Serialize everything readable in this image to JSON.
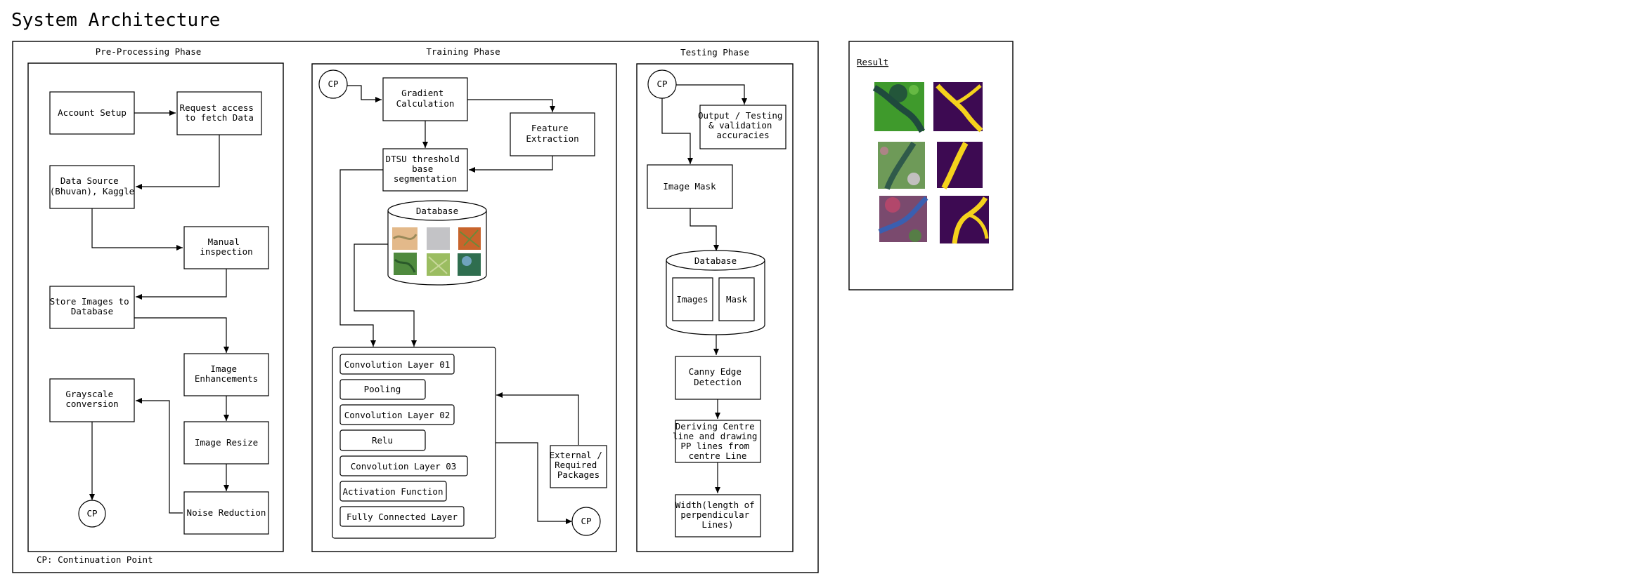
{
  "page_title": "System Architecture",
  "phases": {
    "preprocessing": "Pre-Processing Phase",
    "training": "Training Phase",
    "testing": "Testing Phase"
  },
  "preprocessing": {
    "account_setup": "Account Setup",
    "request_access": [
      "Request access",
      "to fetch Data"
    ],
    "data_source": [
      "Data Source",
      "(Bhuvan), Kaggle"
    ],
    "manual_inspection": [
      "Manual",
      "inspection"
    ],
    "store_images": [
      "Store Images to",
      "Database"
    ],
    "image_enhancements": [
      "Image",
      "Enhancements"
    ],
    "grayscale": [
      "Grayscale",
      "conversion"
    ],
    "image_resize": "Image Resize",
    "noise_reduction": "Noise Reduction",
    "cp": "CP"
  },
  "training": {
    "cp_in": "CP",
    "gradient": [
      "Gradient",
      "Calculation"
    ],
    "feature": [
      "Feature",
      "Extraction"
    ],
    "dtsu": [
      "DTSU threshold",
      "base",
      "segmentation"
    ],
    "database": "Database",
    "layers": [
      "Convolution Layer 01",
      "Pooling",
      "Convolution Layer 02",
      "Relu",
      "Convolution Layer 03",
      "Activation Function",
      "Fully Connected Layer"
    ],
    "external": [
      "External /",
      "Required",
      "Packages"
    ],
    "cp_out": "CP"
  },
  "testing": {
    "cp": "CP",
    "output": [
      "Output / Testing",
      "& validation",
      "accuracies"
    ],
    "image_mask": "Image Mask",
    "database": "Database",
    "images": "Images",
    "mask": "Mask",
    "canny": [
      "Canny Edge",
      "Detection"
    ],
    "deriving": [
      "Deriving Centre",
      "line and drawing",
      "PP lines from",
      "centre Line"
    ],
    "width": [
      "Width(length of",
      "perpendicular",
      "Lines)"
    ]
  },
  "result": {
    "title": "Result"
  },
  "footnote": "CP: Continuation Point",
  "colors": {
    "line": "#000000",
    "mask_background": "#3d0a52",
    "mask_foreground": "#f5d21c",
    "thumb_tones": [
      "#e3b98a",
      "#c3c3c6",
      "#c8642c",
      "#4f8a3e",
      "#9bbd61",
      "#2f6e4f"
    ],
    "sat_green": "#3f9a2c",
    "sat_dark": "#1f4a3d"
  }
}
